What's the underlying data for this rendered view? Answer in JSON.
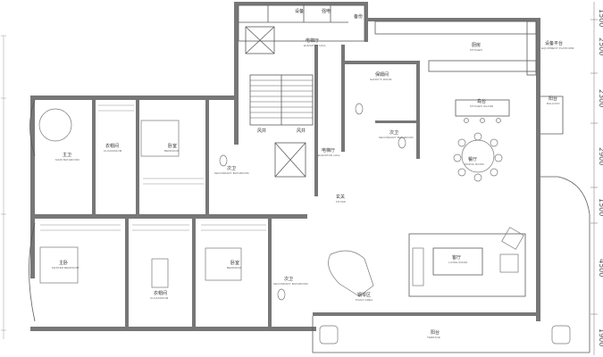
{
  "rooms": {
    "equipment_top": {
      "cn": "设备",
      "en": ""
    },
    "elec_top": {
      "cn": "强电",
      "en": ""
    },
    "reserve_top": {
      "cn": "备份",
      "en": ""
    },
    "elevator_top": {
      "cn": "电梯厅",
      "en": "ELEVATOR HALL"
    },
    "kitchen": {
      "cn": "厨房",
      "en": "KITCHEN"
    },
    "equip_platform": {
      "cn": "设备平台",
      "en": "EQUIPMENT PLATFORM"
    },
    "nanny": {
      "cn": "保姆间",
      "en": "NANNY'S ROOM"
    },
    "kitchen_island": {
      "cn": "岛台",
      "en": "KITCHEN ISLAND"
    },
    "balcony_right": {
      "cn": "阳台",
      "en": "BALCONY"
    },
    "secondary_bath_1": {
      "cn": "次卫",
      "en": "SECONDARY BATHROOM"
    },
    "dining": {
      "cn": "餐厅",
      "en": "DINING ROOM"
    },
    "fengjing_1": {
      "cn": "风井",
      "en": ""
    },
    "fengjing_2": {
      "cn": "风井",
      "en": ""
    },
    "elevator_hall": {
      "cn": "电梯厅",
      "en": "ELEVATOR HALL"
    },
    "foyer": {
      "cn": "玄关",
      "en": "FOYER"
    },
    "main_bath": {
      "cn": "主卫",
      "en": "MAIN BATHROOM"
    },
    "cloakroom_1": {
      "cn": "衣帽间",
      "en": "CLOAKROOM"
    },
    "bedroom_1": {
      "cn": "卧室",
      "en": "BEDROOM"
    },
    "secondary_bath_2": {
      "cn": "次卫",
      "en": "SECONDARY BATHROOM"
    },
    "master_bedroom": {
      "cn": "主卧",
      "en": "MASTER BEDROOM"
    },
    "cloakroom_2": {
      "cn": "衣帽间",
      "en": "CLOAKROOM"
    },
    "bedroom_2": {
      "cn": "卧室",
      "en": "BEDROOM"
    },
    "secondary_bath_3": {
      "cn": "次卫",
      "en": "SECONDARY BATHROOM"
    },
    "piano_area": {
      "cn": "钢琴区",
      "en": "PIANO AREA"
    },
    "living_room": {
      "cn": "客厅",
      "en": "LIVING ROOM"
    },
    "terrace": {
      "cn": "阳台",
      "en": "TERRACE"
    }
  },
  "dimensions": [
    "1500",
    "2500",
    "2300",
    "2900",
    "1500",
    "4500",
    "1900"
  ],
  "colors": {
    "wall": "#6e6e6e",
    "line": "#5a5a5a",
    "furniture": "#777777",
    "background": "#ffffff"
  }
}
